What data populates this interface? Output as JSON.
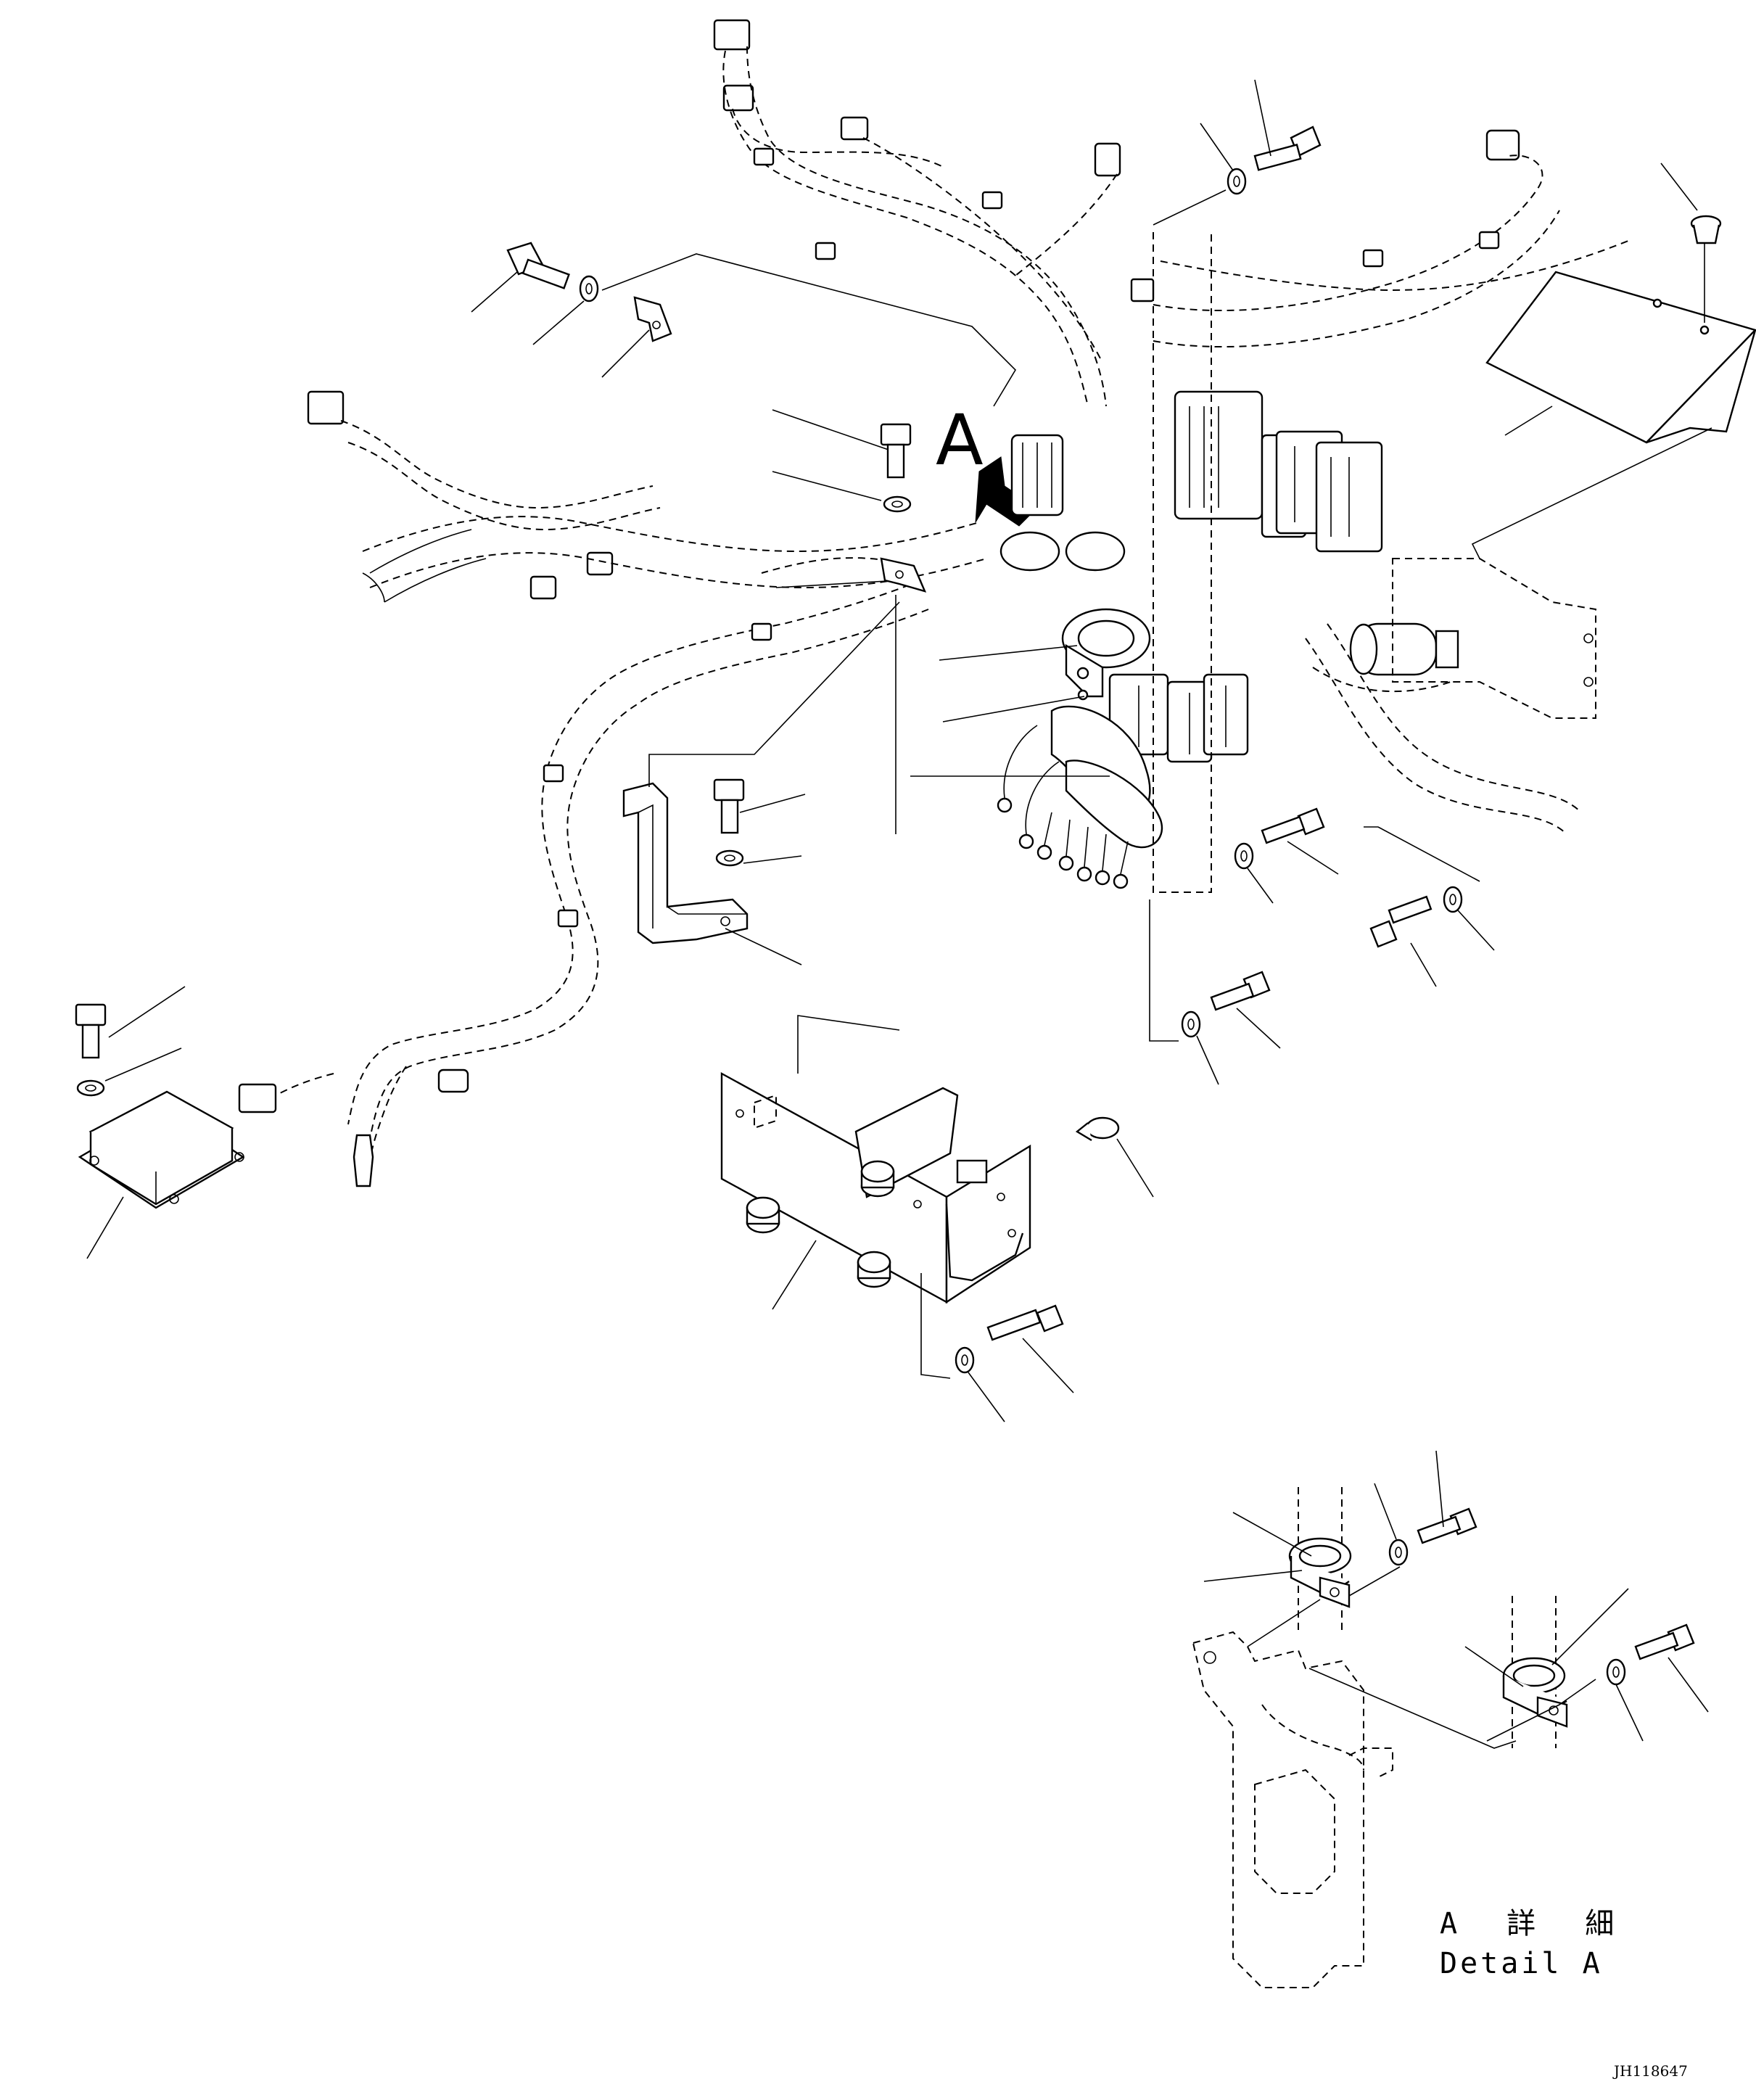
{
  "callout": {
    "letter": "A"
  },
  "detail": {
    "title_jp": "A 詳 細",
    "title_en": "Detail A"
  },
  "drawing_id": "JH118647",
  "colors": {
    "line": "#000000",
    "background": "#ffffff"
  },
  "icons": [
    "bolt-icon",
    "washer-icon",
    "bracket-icon",
    "clamp-icon",
    "connector-icon",
    "controller-box-icon",
    "view-arrow-icon"
  ]
}
